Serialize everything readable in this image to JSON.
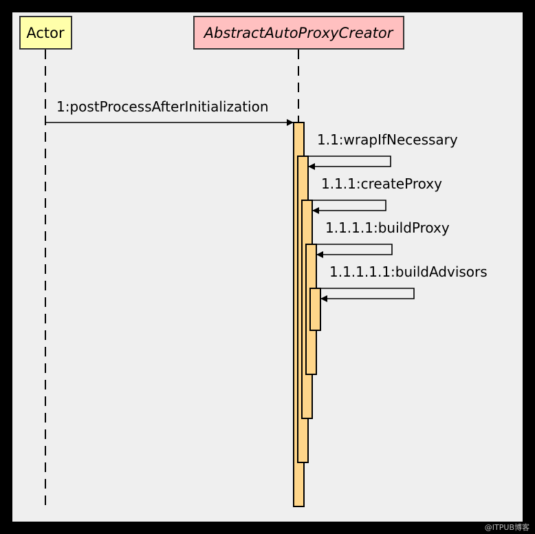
{
  "colors": {
    "background": "#efefef",
    "frame": "#000000",
    "actor_box": "#ffffaa",
    "class_box": "#ffc0c0",
    "activation": "#ffd68a",
    "line": "#000000"
  },
  "participants": {
    "actor": {
      "label": "Actor"
    },
    "creator": {
      "label": "AbstractAutoProxyCreator"
    }
  },
  "messages": [
    {
      "label": "1:postProcessAfterInitialization"
    },
    {
      "label": "1.1:wrapIfNecessary"
    },
    {
      "label": "1.1.1:createProxy"
    },
    {
      "label": "1.1.1.1:buildProxy"
    },
    {
      "label": "1.1.1.1.1:buildAdvisors"
    }
  ],
  "watermark": "@ITPUB博客"
}
